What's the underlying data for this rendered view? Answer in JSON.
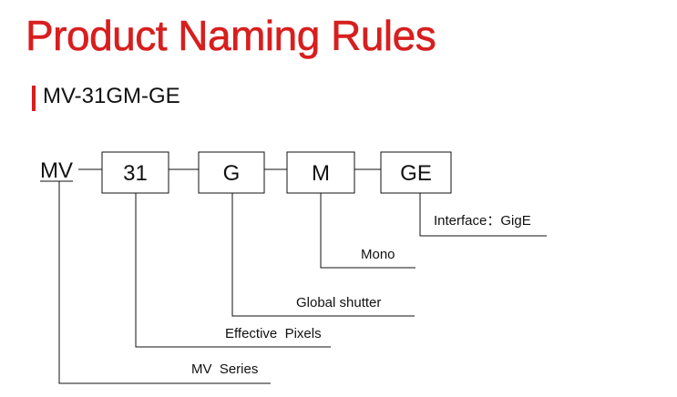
{
  "title": "Product Naming Rules",
  "subtitle": "MV-31GM-GE",
  "diagram": {
    "prefix": "MV",
    "segments": [
      "31",
      "G",
      "M",
      "GE"
    ],
    "labels": {
      "interface": "Interface：GigE",
      "mono": "Mono",
      "shutter": "Global shutter",
      "pixels": "Effective  Pixels",
      "series": "MV  Series"
    }
  },
  "colors": {
    "accent": "#d81e1e",
    "text": "#111111"
  }
}
